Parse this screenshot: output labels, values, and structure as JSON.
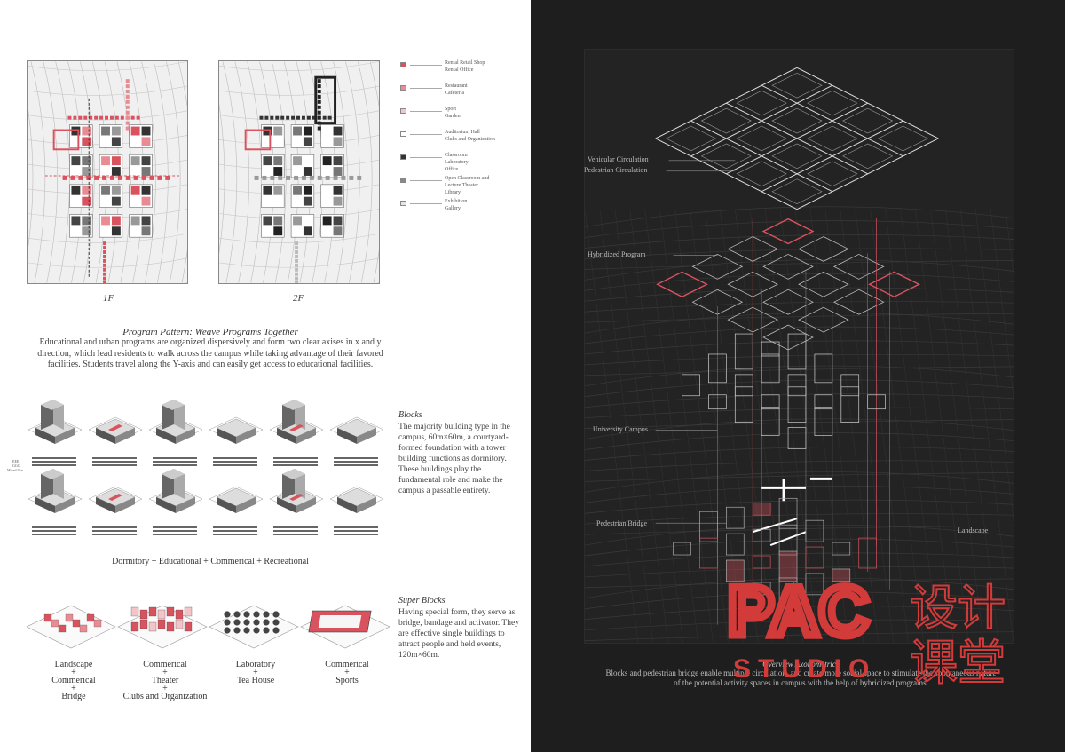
{
  "plans": {
    "first_floor_label": "1F",
    "second_floor_label": "2F"
  },
  "legend": [
    {
      "text": "Rental Retail Shop\nRental Office",
      "color": "#d9535f"
    },
    {
      "text": "Restaurant\nCafeteria",
      "color": "#e88b93"
    },
    {
      "text": "Sport\nGarden",
      "color": "#f3c4c8"
    },
    {
      "text": "Auditorium Hall\nClubs and Organization",
      "color": "#ffffff"
    },
    {
      "text": "Classroom\nLaboratory\nOffice",
      "color": "#333333"
    },
    {
      "text": "Open Classroom and\nLecture Theater\nLibrary",
      "color": "#888888"
    },
    {
      "text": "Exhibition\nGallery",
      "color": "#e6e6e6"
    }
  ],
  "program_pattern": {
    "title": "Program Pattern: Weave Programs Together",
    "body": "Educational and urban programs are organized dispersively and form two clear axises in x and y direction, which lead residents to walk across the campus while taking advantage of their favored facilities. Students travel along the Y-axis and can easily get access to educational facilities."
  },
  "blocks": {
    "title": "Blocks",
    "body": "The majority building type in the campus, 60m×60m, a courtyard-formed foundation with a tower building functions as dormitory. These buildings play the fundamental role and make the campus a passable entirety.",
    "caption": "Dormitory + Educational + Commerical + Recreational",
    "tick_labels": [
      "EEE",
      "GGG",
      "Mixed Use"
    ]
  },
  "super_blocks": {
    "title": "Super Blocks",
    "body": "Having special form, they serve as bridge, bandage and activator. They are effective single buildings to attract people and held events, 120m×60m.",
    "labels": [
      "Landscape\n+\nCommerical\n+\nBridge",
      "Commerical\n+\nTheater\n+\nClubs and Organization",
      "Laboratory\n+\nTea House",
      "Commerical\n+\nSports"
    ]
  },
  "axon": {
    "labels": {
      "vehicular": "Vehicular Circulation",
      "pedestrian": "Pedestrian Circulation",
      "hybridized": "Hybridized Program",
      "campus": "University Campus",
      "bridge": "Pedestrian Bridge",
      "landscape": "Landscape"
    },
    "title": "Overview Axonometric",
    "body": "Blocks and pedestrian bridge enable multiple circulation, and create more social space to stimulate the spontaneous nature of the potential activity spaces in campus with the help of hybridized programs."
  },
  "watermark": {
    "line1": "PAC",
    "line2": "STUDIO",
    "cn1": "设计",
    "cn2": "课堂",
    "color": "#d33b3b"
  }
}
